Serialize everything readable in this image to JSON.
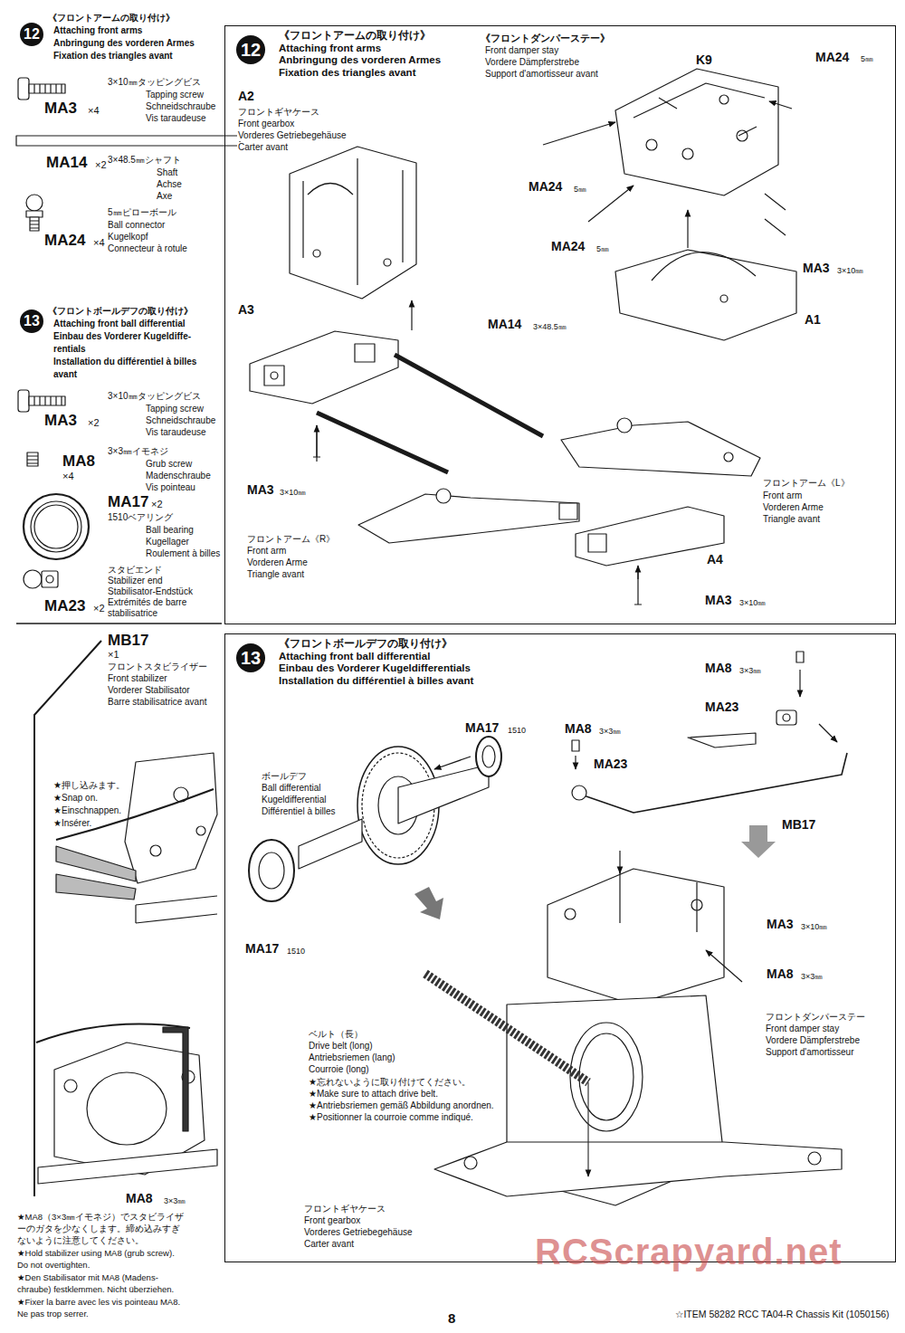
{
  "diagram": {
    "nodes": [
      {
        "text": [
          "12"
        ]
      },
      {
        "text": [
          "13"
        ]
      },
      {
        "text": [
          "《フロントアームの取り付け》",
          "Attaching front arms",
          "Anbringung des vorderen Armes",
          "Fixation des triangles avant"
        ]
      },
      {
        "text": [
          "12"
        ],
        "in": 2
      },
      {
        "text": [
          "《フロントボールデフの取り付け》",
          "Attaching front ball differential",
          "Einbau des Vorderer Kugeldifferentials",
          "Installation du différentiel à billes avant"
        ]
      },
      {
        "text": [
          "13"
        ],
        "in": 4
      }
    ],
    "labels": [
      "《フロントアームの取り付け》",
      "Attaching front arms",
      "Anbringung des vorderen Armes",
      "Fixation des triangles avant",
      "3×10㎜タッピングビス",
      "Tapping screw",
      "Schneidschraube",
      "Vis taraudeuse",
      "MA3",
      "×4",
      "MA14",
      "×2",
      "3×48.5㎜シャフト",
      "Shaft",
      "Achse",
      "Axe",
      "5㎜ピローボール",
      "Ball connector",
      "Kugelkopf",
      "Connecteur à rotule",
      "MA24",
      "×4",
      "《フロントボールデフの取り付け》",
      "Attaching front ball differential",
      "Einbau des Vorderer Kugeldiffe-",
      "rentials",
      "Installation du différentiel à billes",
      "avant",
      "3×10㎜タッピングビス",
      "Tapping screw",
      "Schneidschraube",
      "Vis taraudeuse",
      "MA3",
      "×2",
      "MA8",
      "×4",
      "3×3㎜イモネジ",
      "Grub screw",
      "Madenschraube",
      "Vis pointeau",
      "MA17",
      "×2",
      "1510ベアリング",
      "Ball bearing",
      "Kugellager",
      "Roulement à billes",
      "スタビエンド",
      "Stabilizer end",
      "Stabilisator-Endstück",
      "Extrémités de barre",
      "stabilisatrice",
      "MA23",
      "×2",
      "MB17",
      "×1",
      "フロントスタビライザー",
      "Front stabilizer",
      "Vorderer Stabilisator",
      "Barre stabilisatrice avant",
      "★押し込みます。",
      "★Snap on.",
      "★Einschnappen.",
      "★Insérer.",
      "MA8",
      "3×3㎜",
      "★MA8（3×3㎜イモネジ）でスタビライザ",
      "ーのガタを少なくします。締め込みすぎ",
      "ないように注意してください。",
      "★Hold stabilizer using MA8 (grub screw).",
      "Do not overtighten.",
      "★Den Stabilisator mit MA8 (Madens-",
      "chraube) festklemmen. Nicht überziehen.",
      "★Fixer la barre avec les vis pointeau MA8.",
      "Ne pas trop serrer.",
      "《フロントダンパーステー》",
      "Front damper stay",
      "Vordere Dämpferstrebe",
      "Support d'amortisseur avant",
      "K9",
      "MA24",
      "5㎜",
      "A2",
      "フロントギヤケース",
      "Front gearbox",
      "Vorderes Getriebegehäuse",
      "Carter avant",
      "MA24",
      "5㎜",
      "MA24",
      "5㎜",
      "MA3",
      "3×10㎜",
      "A1",
      "A3",
      "MA14",
      "3×48.5㎜",
      "MA3",
      "3×10㎜",
      "フロントアーム《L》",
      "Front arm",
      "Vorderen Arme",
      "Triangle avant",
      "フロントアーム《R》",
      "Front arm",
      "Vorderen Arme",
      "Triangle avant",
      "A4",
      "MA3",
      "3×10㎜",
      "MA8",
      "3×3㎜",
      "MA23",
      "MA8",
      "3×3㎜",
      "MA23",
      "MA17",
      "1510",
      "ボールデフ",
      "Ball differential",
      "Kugeldifferential",
      "Différentiel à billes",
      "MB17",
      "MA3",
      "3×10㎜",
      "MA17",
      "1510",
      "MA8",
      "3×3㎜",
      "フロントダンパーステー",
      "Front damper stay",
      "Vordere Dämpferstrebe",
      "Support d'amortisseur",
      "ベルト（長）",
      "Drive belt (long)",
      "Antriebsriemen (lang)",
      "Courroie (long)",
      "★忘れないように取り付けてください。",
      "★Make sure to attach drive belt.",
      "★Antriebsriemen gemäß Abbildung anordnen.",
      "★Positionner la courroie comme indiqué.",
      "フロントギヤケース",
      "Front gearbox",
      "Vorderes Getriebegehäuse",
      "Carter avant",
      "RCScrapyard.net",
      "8",
      "☆ITEM 58282  RCC TA04-R Chassis Kit (1050156)"
    ]
  }
}
